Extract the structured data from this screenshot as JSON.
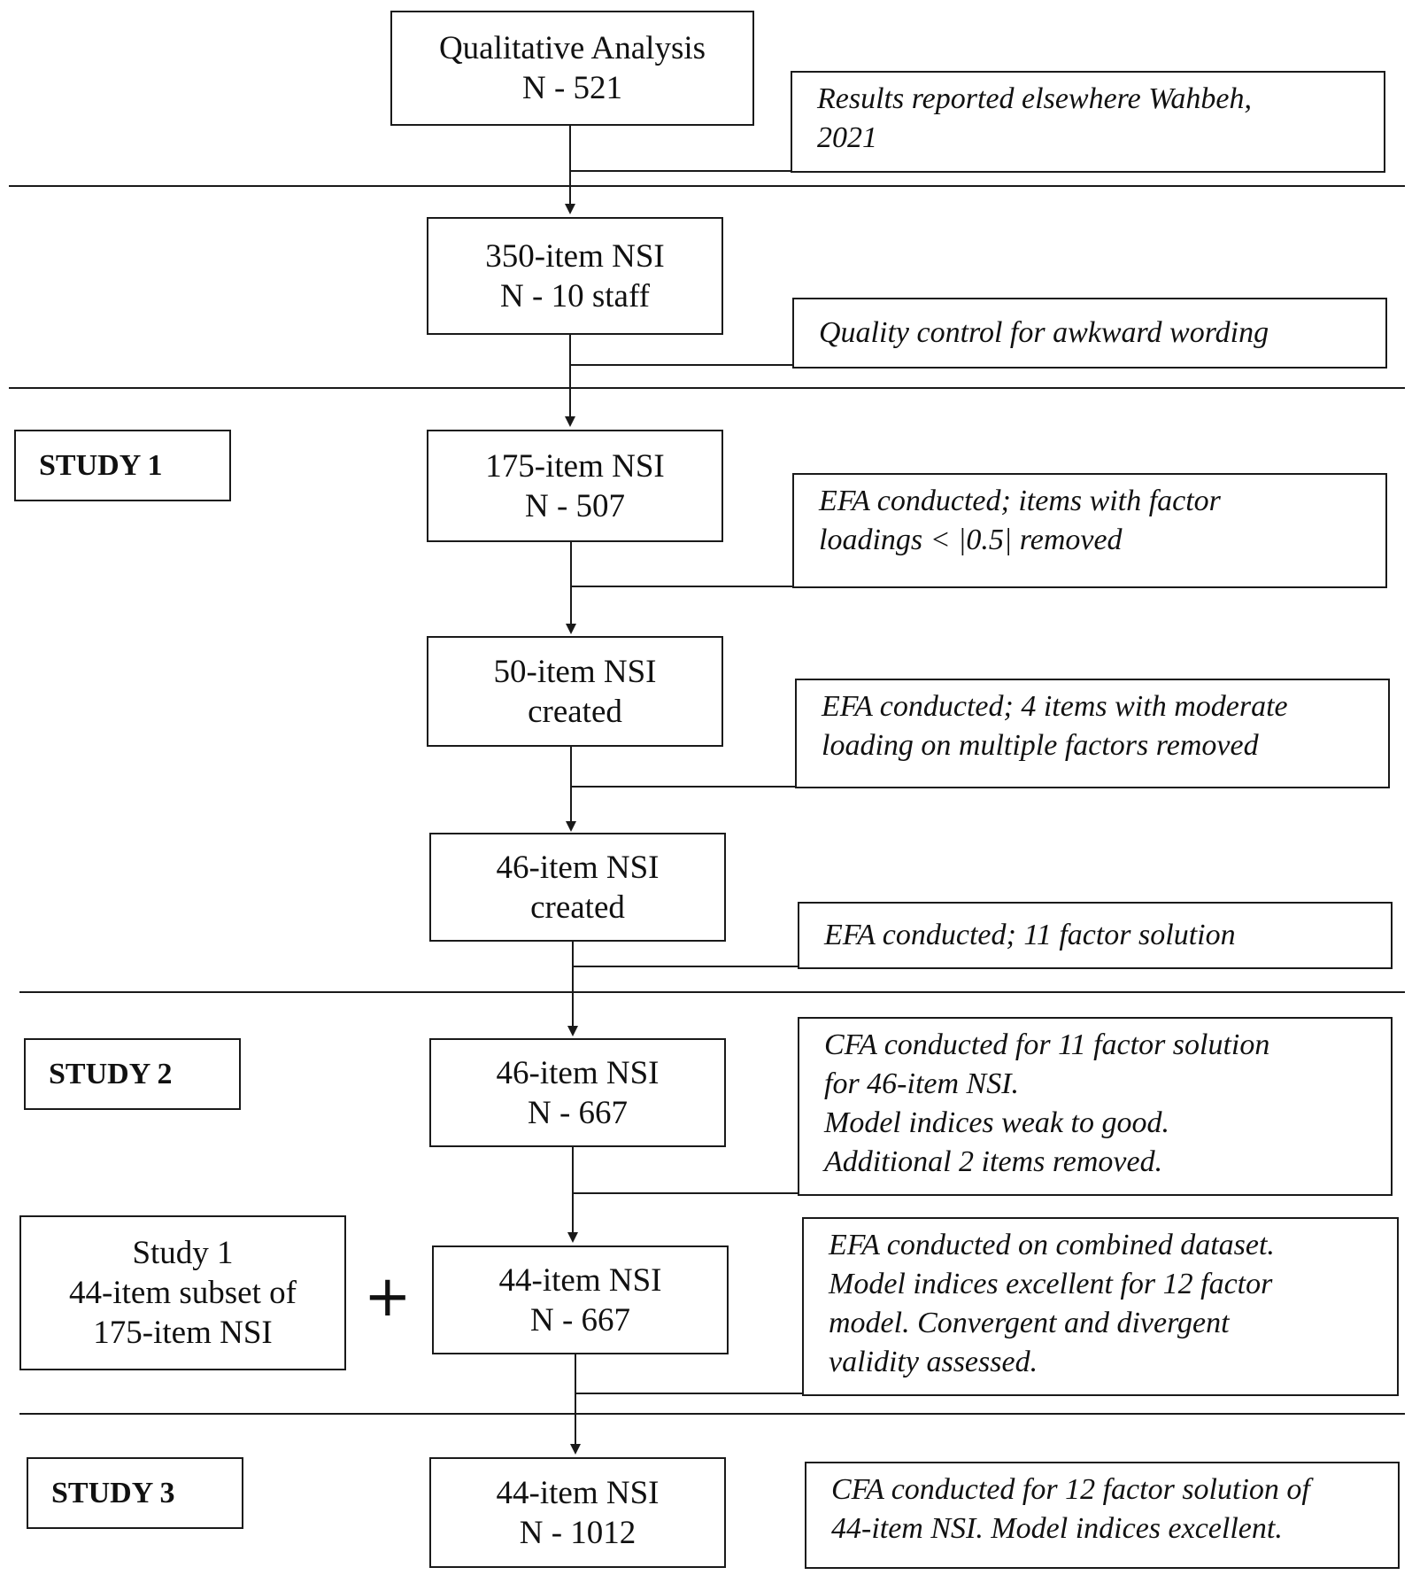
{
  "boxes": {
    "qualitative": {
      "line1": "Qualitative Analysis",
      "line2": "N - 521"
    },
    "nsi350": {
      "line1": "350-item NSI",
      "line2": "N - 10 staff"
    },
    "nsi175": {
      "line1": "175-item NSI",
      "line2": "N - 507"
    },
    "nsi50": {
      "line1": "50-item NSI",
      "line2": "created"
    },
    "nsi46a": {
      "line1": "46-item NSI",
      "line2": "created"
    },
    "nsi46b": {
      "line1": "46-item NSI",
      "line2": "N - 667"
    },
    "nsi44a": {
      "line1": "44-item NSI",
      "line2": "N - 667"
    },
    "nsi44b": {
      "line1": "44-item NSI",
      "line2": "N - 1012"
    },
    "study1_subset": {
      "line1": "Study 1",
      "line2": "44-item subset of",
      "line3": "175-item NSI"
    }
  },
  "notes": {
    "results": {
      "line1": "Results reported elsewhere Wahbeh,",
      "line2": "2021"
    },
    "quality": {
      "line1": "Quality control for awkward wording"
    },
    "efa1": {
      "line1": "EFA conducted; items with factor",
      "line2": "loadings < |0.5| removed"
    },
    "efa2": {
      "line1": "EFA conducted; 4 items with moderate",
      "line2": "loading on multiple factors removed"
    },
    "efa3": {
      "line1": "EFA conducted; 11 factor solution"
    },
    "cfa1": {
      "line1": "CFA conducted for 11 factor solution",
      "line2": "for 46-item NSI.",
      "line3": "Model indices weak to good.",
      "line4": "Additional 2 items removed."
    },
    "efa4": {
      "line1": "EFA conducted on combined dataset.",
      "line2": "Model indices excellent for 12 factor",
      "line3": "model. Convergent and divergent",
      "line4": "validity assessed."
    },
    "cfa2": {
      "line1": "CFA conducted for 12 factor solution of",
      "line2": "44-item NSI. Model indices excellent."
    }
  },
  "studies": {
    "study1": "STUDY 1",
    "study2": "STUDY 2",
    "study3": "STUDY 3"
  },
  "operators": {
    "plus": "+"
  }
}
